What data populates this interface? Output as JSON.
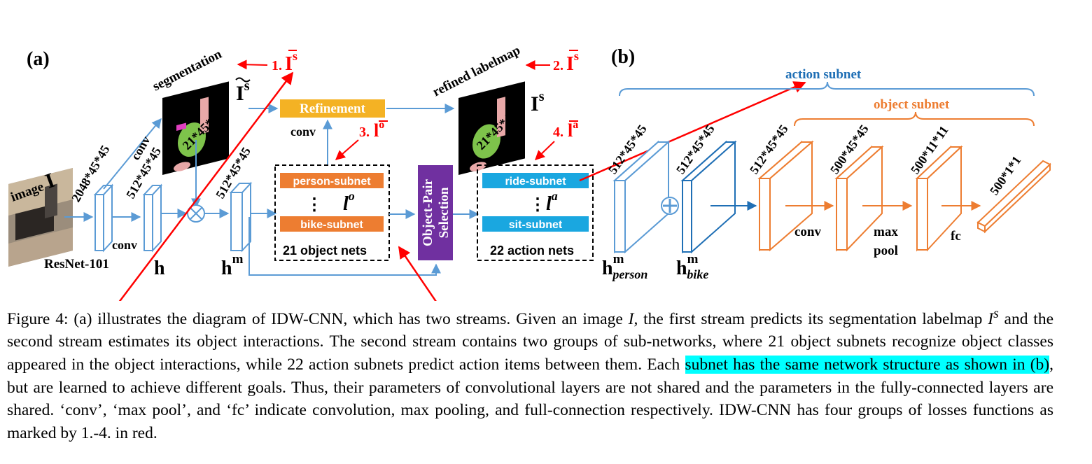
{
  "colors": {
    "blue": "#5b9bd5",
    "orange": "#ed7d31",
    "gold": "#f4b224",
    "cyan": "#1aa7e0",
    "purple": "#7030a0",
    "red": "#ff0000",
    "highlight": "#00ffff"
  },
  "figure": {
    "panel_a": "(a)",
    "panel_b": "(b)",
    "image_label": "image",
    "image_symbol": "I",
    "resnet": "ResNet-101",
    "seg_label": "segmentation",
    "seg_symbol": "I",
    "seg_sup": "s",
    "dim_2048": "2048*45*45",
    "dim_512_a": "512*45*45",
    "dim_512_b": "512*45*45",
    "dim_21": "21*45*45",
    "dim_21_b": "21*45*45",
    "conv_a": "conv",
    "conv_b": "conv",
    "conv_c": "conv",
    "h": "h",
    "hm": "h",
    "hm_sup": "m",
    "refinement": "Refinement",
    "refined_label": "refined labelmap",
    "refined_symbol": "I",
    "refined_sup": "s",
    "person_subnet": "person-subnet",
    "bike_subnet": "bike-subnet",
    "object_nets": "21 object nets",
    "lo_symbol": "l",
    "lo_sup": "o",
    "vdots": "⋮",
    "pair_sel": [
      "Object-Pair",
      "Selection"
    ],
    "ride_subnet": "ride-subnet",
    "sit_subnet": "sit-subnet",
    "action_nets": "22 action nets",
    "la_symbol": "l",
    "la_sup": "a",
    "loss1": "1.",
    "loss2": "2.",
    "loss3": "3.",
    "loss4": "4.",
    "loss_I": "I",
    "loss_s": "s",
    "loss_l": "l",
    "loss_o": "o",
    "loss_a": "a",
    "action_subnet": "action subnet",
    "object_subnet": "object subnet",
    "dim_b1": "512*45*45",
    "dim_b2": "512*45*45",
    "dim_b3": "512*45*45",
    "dim_b4": "500*45*45",
    "dim_b5": "500*11*11",
    "dim_b6": "500*1*1",
    "h_person": "h",
    "h_person_sup": "m",
    "h_person_sub": "person",
    "h_bike": "h",
    "h_bike_sup": "m",
    "h_bike_sub": "bike",
    "plus": "⊕",
    "b_conv": "conv",
    "b_max": "max",
    "b_pool": "pool",
    "b_fc": "fc"
  },
  "caption": {
    "prefix": "Figure 4: ",
    "p1": "(a) illustrates the diagram of IDW-CNN, which has two streams. Given an image ",
    "I1": "I",
    "p2": ", the first stream predicts its segmentation labelmap ",
    "I2": "I",
    "s2": "s",
    "p3": " and the second stream estimates its object interactions. The second stream contains two groups of sub-networks, where 21 object subnets recognize object classes appeared in the object interactions, while 22 action subnets predict action items between them. Each ",
    "highlighted": "subnet has the same network structure as shown in (b)",
    "p4": ", but are learned to achieve different goals. Thus, their parameters of convolutional layers are not shared and the parameters in the fully-connected layers are shared. ‘conv’, ‘max pool’, and ‘fc’ indicate convolution, max pooling, and full-connection respectively. IDW-CNN has four groups of losses functions as marked by 1.-4. in red."
  }
}
